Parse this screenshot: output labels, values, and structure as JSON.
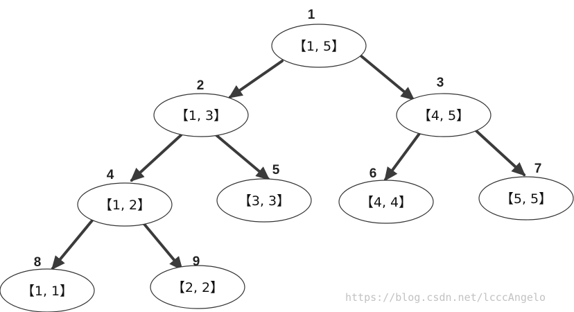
{
  "colors": {
    "node_stroke": "#333333",
    "edge": "#3b3b3b",
    "text": "#111111",
    "watermark": "#c2c2c2"
  },
  "nodes": [
    {
      "id": 1,
      "number": "1",
      "label": "【1, 5】"
    },
    {
      "id": 2,
      "number": "2",
      "label": "【1, 3】"
    },
    {
      "id": 3,
      "number": "3",
      "label": "【4, 5】"
    },
    {
      "id": 4,
      "number": "4",
      "label": "【1, 2】"
    },
    {
      "id": 5,
      "number": "5",
      "label": "【3, 3】"
    },
    {
      "id": 6,
      "number": "6",
      "label": "【4, 4】"
    },
    {
      "id": 7,
      "number": "7",
      "label": "【5, 5】"
    },
    {
      "id": 8,
      "number": "8",
      "label": "【1, 1】"
    },
    {
      "id": 9,
      "number": "9",
      "label": "【2, 2】"
    }
  ],
  "edges": [
    {
      "from": 1,
      "to": 2
    },
    {
      "from": 1,
      "to": 3
    },
    {
      "from": 2,
      "to": 4
    },
    {
      "from": 2,
      "to": 5
    },
    {
      "from": 3,
      "to": 6
    },
    {
      "from": 3,
      "to": 7
    },
    {
      "from": 4,
      "to": 8
    },
    {
      "from": 4,
      "to": 9
    }
  ],
  "watermark": "https://blog.csdn.net/lcccAngelo"
}
